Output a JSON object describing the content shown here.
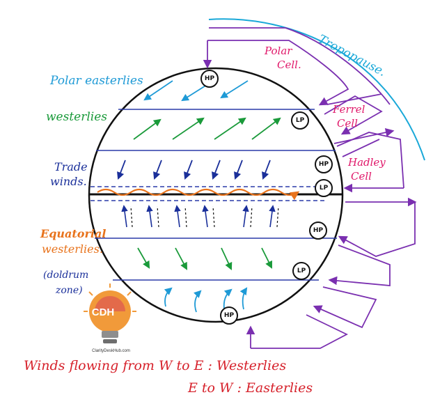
{
  "labels": {
    "polar_easterlies": "Polar easterlies",
    "westerlies": "westerlies",
    "trade_winds_line1": "Trade",
    "trade_winds_line2": "winds.",
    "equatorial_line1": "Equatorial",
    "equatorial_line2": "westerlies.",
    "doldrum_line1": "(doldrum",
    "doldrum_line2": "zone)",
    "polar_cell_line1": "Polar",
    "polar_cell_line2": "Cell.",
    "ferrel_cell_line1": "Ferrel",
    "ferrel_cell_line2": "Cell",
    "hadley_cell_line1": "Hadley",
    "hadley_cell_line2": "Cell",
    "tropopause": "Tropopause."
  },
  "pressure_badges": {
    "hp_top": "HP",
    "lp_upper": "LP",
    "hp_subtropic": "HP",
    "lp_equator": "LP",
    "hp_south": "HP",
    "lp_south": "LP",
    "hp_bottom": "HP"
  },
  "footer": {
    "line1": "Winds flowing from W to E : Westerlies",
    "line2": "E to W : Easterlies"
  },
  "logo": {
    "text": "CDH",
    "site": "ClarityDeskHub.com"
  },
  "colors": {
    "circle": "#111111",
    "band_lines": "#2a3aa8",
    "polar_arrows": "#1e9ad6",
    "westerly_arrows": "#1a9a3a",
    "trade_arrows": "#1a2f9a",
    "equatorial_arrows": "#e8731c",
    "cell_loops": "#7a2fb0",
    "tropopause": "#19a8d8"
  }
}
